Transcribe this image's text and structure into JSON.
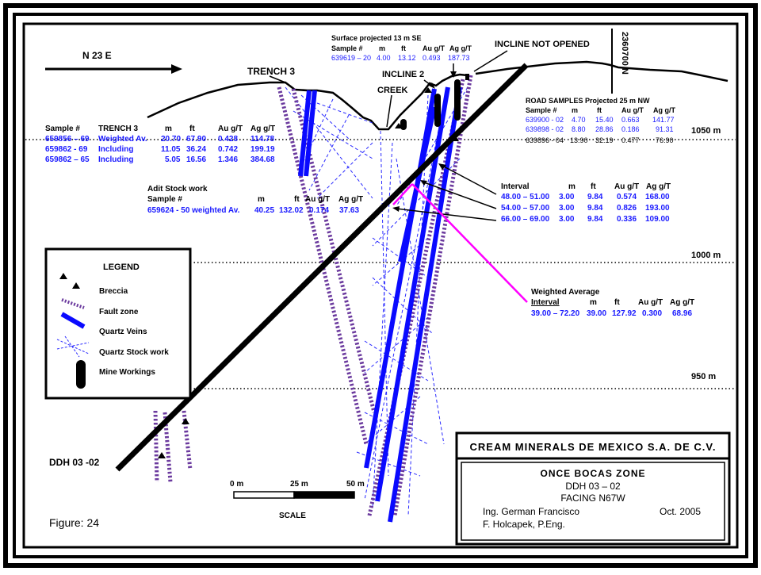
{
  "north_arrow": {
    "label": "N 23 E"
  },
  "easting": "2360700 N",
  "labels": {
    "trench3": "TRENCH 3",
    "creek": "CREEK",
    "incline2": "INCLINE 2",
    "incline_not_opened": "INCLINE NOT OPENED",
    "ddh": "DDH 03 -02",
    "figure": "Figure: 24"
  },
  "surface_projected": {
    "title": "Surface projected 13 m SE",
    "headers": [
      "Sample #",
      "m",
      "ft",
      "Au g/T",
      "Ag g/T"
    ],
    "rows": [
      [
        "639619 – 20",
        "4.00",
        "13.12",
        "0.493",
        "187.73"
      ]
    ]
  },
  "road_samples": {
    "title": "ROAD SAMPLES Projected 25 m NW",
    "headers": [
      "Sample #",
      "m",
      "ft",
      "Au g/T",
      "Ag g/T"
    ],
    "rows": [
      [
        "639900 - 02",
        "4.70",
        "15.40",
        "0.663",
        "141.77"
      ],
      [
        "639898 - 02",
        "8.80",
        "28.86",
        "0.186",
        "91.31"
      ],
      [
        "639896 - 04",
        "13.90",
        "32.19",
        "0.477",
        "76.90"
      ]
    ]
  },
  "trench_table": {
    "headers": [
      "Sample #",
      "TRENCH 3",
      "m",
      "ft",
      "Au g/T",
      "Ag g/T"
    ],
    "rows": [
      [
        "659856 – 69",
        "Weighted Av.",
        "20.70",
        "67.90",
        "0.428",
        "114.78"
      ],
      [
        "659862 - 69",
        "Including",
        "11.05",
        "36.24",
        "0.742",
        "199.19"
      ],
      [
        "659862 – 65",
        "Including",
        "5.05",
        "16.56",
        "1.346",
        "384.68"
      ]
    ]
  },
  "adit": {
    "title": "Adit Stock work",
    "headers": [
      "Sample #",
      "m",
      "ft",
      "Au g/T",
      "Ag g/T"
    ],
    "rows": [
      [
        "659624 - 50 weighted Av.",
        "40.25",
        "132.02",
        "0.174",
        "37.63"
      ]
    ]
  },
  "interval_table": {
    "headers": [
      "Interval",
      "m",
      "ft",
      "Au g/T",
      "Ag g/T"
    ],
    "rows": [
      [
        "48.00 – 51.00",
        "3.00",
        "9.84",
        "0.574",
        "168.00"
      ],
      [
        "54.00 – 57.00",
        "3.00",
        "9.84",
        "0.826",
        "193.00"
      ],
      [
        "66.00 – 69.00",
        "3.00",
        "9.84",
        "0.336",
        "109.00"
      ]
    ]
  },
  "weighted_average": {
    "title": "Weighted Average",
    "headers": [
      "Interval",
      "m",
      "ft",
      "Au g/T",
      "Ag g/T"
    ],
    "rows": [
      [
        "39.00 – 72.20",
        "39.00",
        "127.92",
        "0.300",
        "68.96"
      ]
    ]
  },
  "elevations": [
    "1050 m",
    "1000 m",
    "950 m"
  ],
  "legend": {
    "title": "LEGEND",
    "items": [
      "Breccia",
      "Fault zone",
      "Quartz Veins",
      "Quartz Stock work",
      "Mine Workings"
    ]
  },
  "scale": {
    "ticks": [
      "0 m",
      "25 m",
      "50 m"
    ],
    "label": "SCALE"
  },
  "title_block": {
    "company": "CREAM MINERALS DE MEXICO S.A. DE C.V.",
    "zone": "ONCE BOCAS ZONE",
    "hole": "DDH 03 – 02",
    "facing": "FACING N67W",
    "author1": "Ing. German Francisco",
    "date": "Oct. 2005",
    "author2": "F. Holcapek, P.Eng."
  },
  "colors": {
    "vein": "#0a0aff",
    "fault": "#6b3a9e",
    "stockwork": "#2a2aff",
    "pointer": "#ff00ff",
    "data_text": "#1a1aff"
  }
}
